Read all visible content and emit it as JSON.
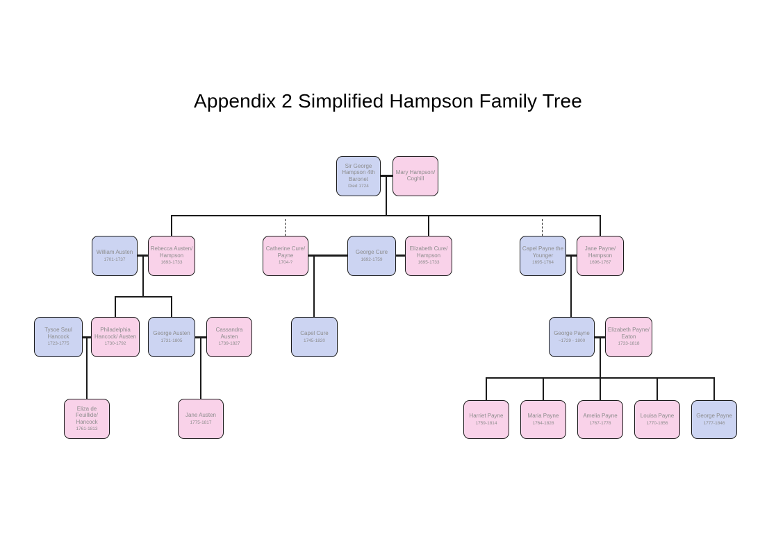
{
  "title": "Appendix 2 Simplified Hampson Family Tree",
  "colors": {
    "male": "#ccd4f2",
    "female": "#f9d2e9",
    "border": "#1a1a1a",
    "text": "#8c8c8c",
    "line": "#1a1a1a"
  },
  "people": [
    {
      "name": "Sir George Hampson 4th Baronet",
      "dates": "Died 1724",
      "gender": "male"
    },
    {
      "name": "Mary Hampson/ Coghill",
      "dates": "",
      "gender": "female"
    },
    {
      "name": "William Austen",
      "dates": "1701-1737",
      "gender": "male"
    },
    {
      "name": "Rebecca Austen/ Hampson",
      "dates": "1693-1733",
      "gender": "female"
    },
    {
      "name": "Catherine Cure/ Payne",
      "dates": "1704-?",
      "gender": "female"
    },
    {
      "name": "George Cure",
      "dates": "1692-1759",
      "gender": "male"
    },
    {
      "name": "Elizabeth Cure/ Hampson",
      "dates": "1695-1733",
      "gender": "female"
    },
    {
      "name": "Capel Payne the Younger",
      "dates": "1695-1764",
      "gender": "male"
    },
    {
      "name": "Jane Payne/ Hampson",
      "dates": "1696-1767",
      "gender": "female"
    },
    {
      "name": "Tysoe Saul Hancock",
      "dates": "1723-1775",
      "gender": "male"
    },
    {
      "name": "Philadelphia Hancock/ Austen",
      "dates": "1730-1792",
      "gender": "female"
    },
    {
      "name": "George Austen",
      "dates": "1731-1805",
      "gender": "male"
    },
    {
      "name": "Cassandra Austen",
      "dates": "1739-1827",
      "gender": "female"
    },
    {
      "name": "Capel Cure",
      "dates": "1745-1820",
      "gender": "male"
    },
    {
      "name": "George Payne",
      "dates": "~1729 - 1800",
      "gender": "male"
    },
    {
      "name": "Elizabeth Payne/ Eaton",
      "dates": "1733-1818",
      "gender": "female"
    },
    {
      "name": "Eliza de Feuillide/ Hancock",
      "dates": "1761-1813",
      "gender": "female"
    },
    {
      "name": "Jane Austen",
      "dates": "1775-1817",
      "gender": "female"
    },
    {
      "name": "Harriet Payne",
      "dates": "1759-1814",
      "gender": "female"
    },
    {
      "name": "Maria Payne",
      "dates": "1764-1828",
      "gender": "female"
    },
    {
      "name": "Amelia Payne",
      "dates": "1767-1778",
      "gender": "female"
    },
    {
      "name": "Louisa Payne",
      "dates": "1770-1856",
      "gender": "female"
    },
    {
      "name": "George Payne",
      "dates": "1777-1846",
      "gender": "male"
    }
  ]
}
